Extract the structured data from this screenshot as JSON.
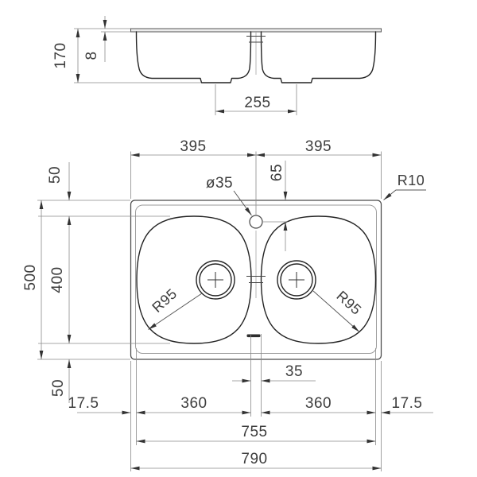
{
  "colors": {
    "outline": "#242424",
    "dimension_lines": "#8a8a8a",
    "text": "#3d3d3d",
    "background": "#ffffff"
  },
  "side_view": {
    "total_depth": "170",
    "rim_thickness": "8",
    "drain_spacing": "255"
  },
  "plan_view": {
    "top_left_width": "395",
    "top_right_width": "395",
    "tap_offset": "65",
    "tap_hole_diameter": "ø35",
    "corner_radius": "R10",
    "top_margin": "50",
    "outer_depth": "500",
    "bowl_depth": "400",
    "left_bowl_radius": "R95",
    "right_bowl_radius": "R95",
    "bottom_margin": "50",
    "divider_width": "35",
    "left_margin": "17.5",
    "left_bowl_width": "360",
    "right_bowl_width": "360",
    "right_margin": "17.5",
    "bowls_overall_width": "755",
    "overall_width": "790"
  }
}
